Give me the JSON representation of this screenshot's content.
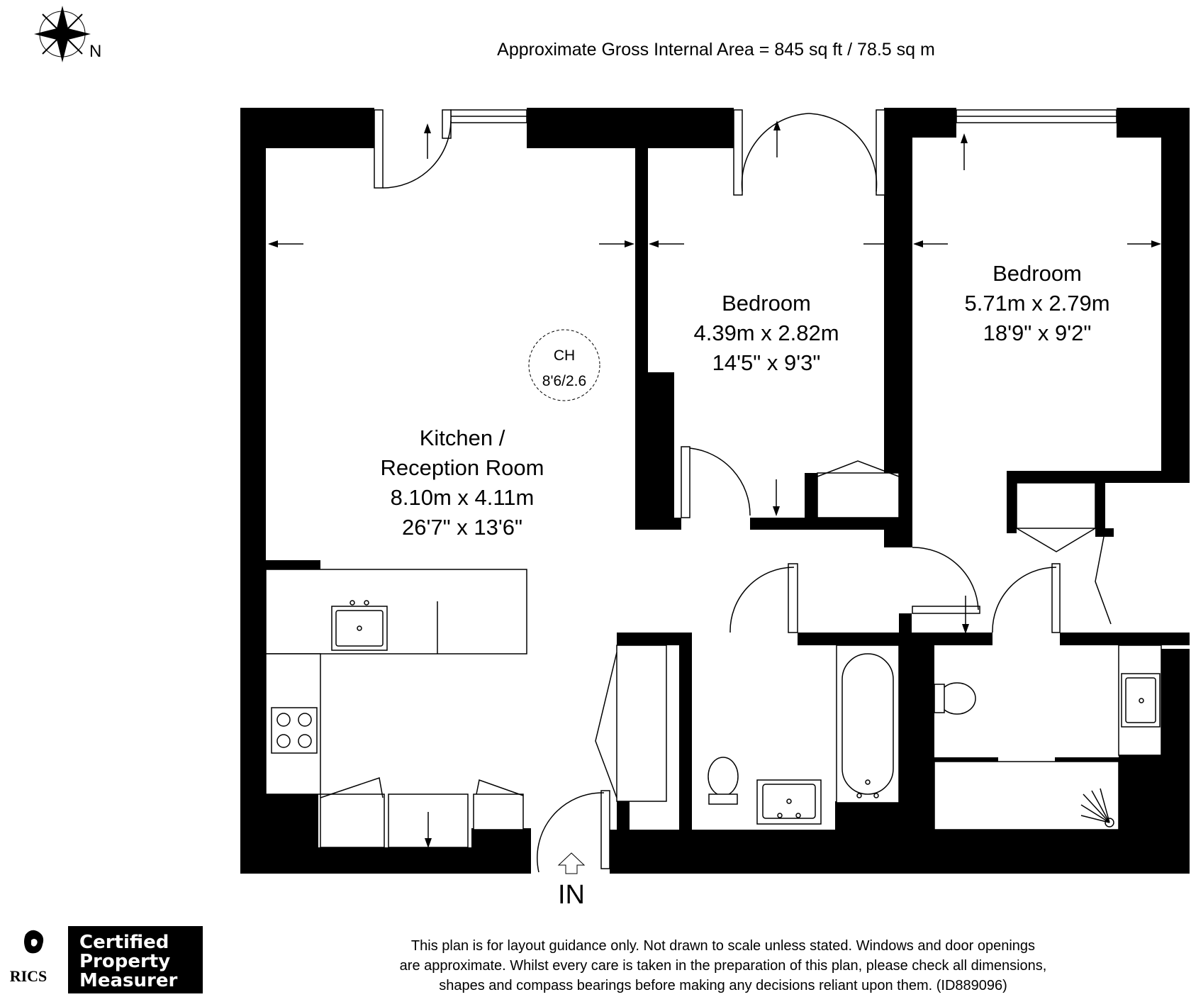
{
  "header": {
    "compass_letter": "N",
    "area_text": "Approximate Gross Internal Area = 845 sq ft / 78.5 sq m"
  },
  "rooms": {
    "kitchen": {
      "line1": "Kitchen /",
      "line2": "Reception Room",
      "metric": "8.10m x 4.11m",
      "imperial": "26'7\" x 13'6\""
    },
    "bedroom1": {
      "name": "Bedroom",
      "metric": "4.39m x 2.82m",
      "imperial": "14'5\" x 9'3\""
    },
    "bedroom2": {
      "name": "Bedroom",
      "metric": "5.71m x 2.79m",
      "imperial": "18'9\" x 9'2\""
    }
  },
  "ceiling_height": {
    "label": "CH",
    "value": "8'6/2.6"
  },
  "entrance": {
    "label": "IN"
  },
  "footer": {
    "rics_label": "RICS",
    "badge_line1": "Certified",
    "badge_line2": "Property",
    "badge_line3": "Measurer",
    "disclaimer_line1": "This plan is for layout guidance only. Not drawn to scale unless stated. Windows and door openings",
    "disclaimer_line2": "are approximate. Whilst every care is taken in the preparation of this plan, please check all dimensions,",
    "disclaimer_line3": "shapes and compass bearings before making any decisions reliant upon them. (ID889096)"
  }
}
